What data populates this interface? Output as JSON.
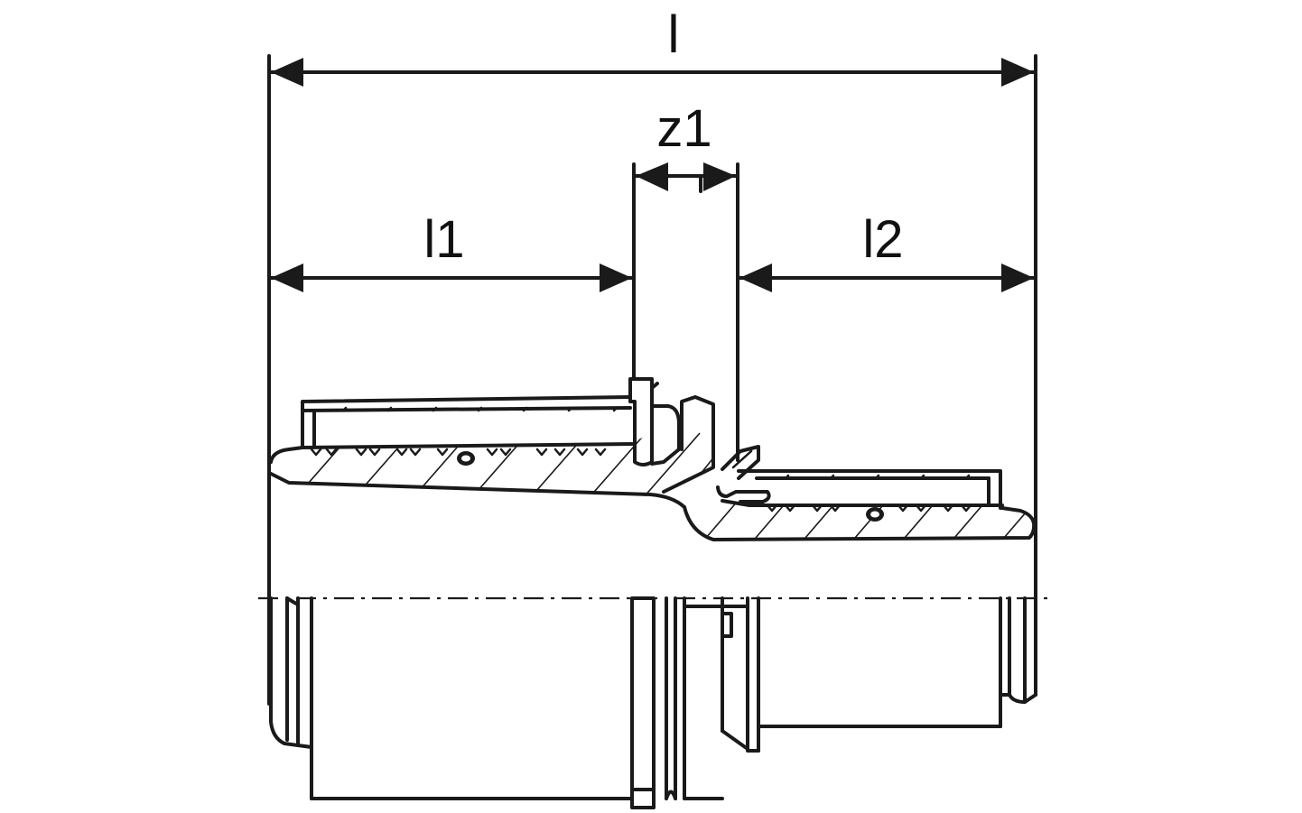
{
  "dimensions": {
    "overall": "l",
    "left_insert": "l1",
    "gap": "z1",
    "right_insert": "l2"
  }
}
